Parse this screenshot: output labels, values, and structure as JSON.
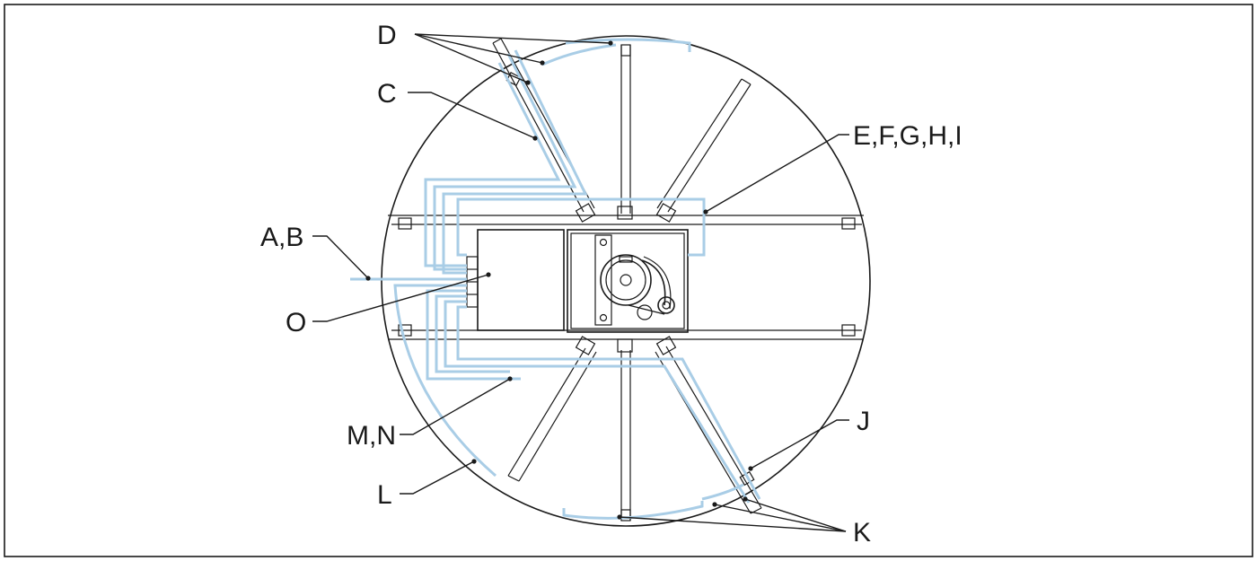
{
  "diagram": {
    "labels": [
      {
        "id": "D",
        "text": "D"
      },
      {
        "id": "C",
        "text": "C"
      },
      {
        "id": "EFGHI",
        "text": "E,F,G,H,I"
      },
      {
        "id": "AB",
        "text": "A,B"
      },
      {
        "id": "O",
        "text": "O"
      },
      {
        "id": "MN",
        "text": "M,N"
      },
      {
        "id": "J",
        "text": "J"
      },
      {
        "id": "L",
        "text": "L"
      },
      {
        "id": "K",
        "text": "K"
      }
    ],
    "colors": {
      "wire": "#a9cde6",
      "line": "#1a1a1a",
      "background": "#ffffff"
    }
  }
}
